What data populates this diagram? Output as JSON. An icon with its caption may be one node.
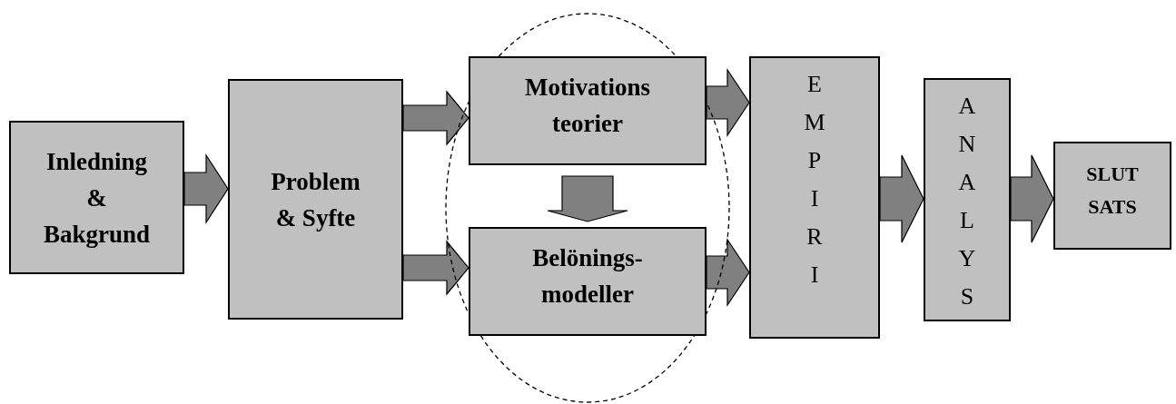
{
  "diagram": {
    "nodes": [
      {
        "text": [
          "Inledning & Bakgrund"
        ]
      },
      {
        "text": [
          "Problem & Syfte"
        ]
      },
      {
        "text": [],
        "shape": "circle"
      },
      {
        "text": [
          "Motivations teorier"
        ],
        "in": 2
      },
      {
        "text": [
          "Belönings- modeller"
        ],
        "in": 2
      },
      {
        "text": [
          "E M P I R I"
        ]
      },
      {
        "text": [
          "A N A L Y S"
        ]
      },
      {
        "text": [
          "SLUT SATS"
        ]
      }
    ],
    "edges": [
      {
        "from": 0,
        "to": 1,
        "arrow": "to"
      },
      {
        "from": 1,
        "to": 3,
        "arrow": "to"
      },
      {
        "from": 1,
        "to": 4,
        "arrow": "to"
      },
      {
        "from": 3,
        "to": 4,
        "arrow": "to"
      },
      {
        "from": 3,
        "to": 5,
        "arrow": "to"
      },
      {
        "from": 4,
        "to": 5,
        "arrow": "to"
      },
      {
        "from": 5,
        "to": 6,
        "arrow": "to"
      },
      {
        "from": 6,
        "to": 7,
        "arrow": "to"
      }
    ]
  }
}
